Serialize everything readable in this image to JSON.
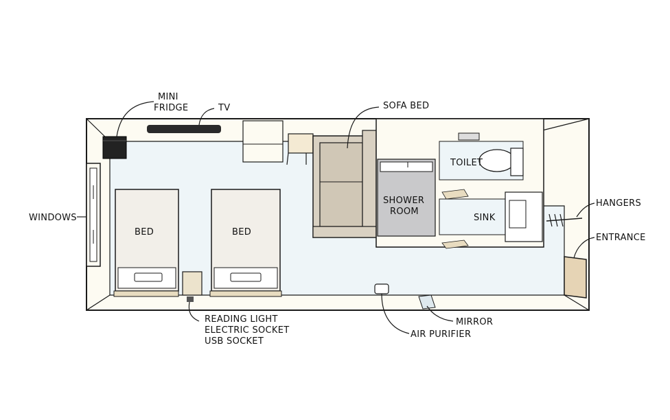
{
  "labels": {
    "mini_fridge": [
      "MINI",
      "FRIDGE"
    ],
    "tv": "TV",
    "sofa_bed": "SOFA BED",
    "windows": "WINDOWS",
    "bed_1": "BED",
    "bed_2": "BED",
    "toilet": "TOILET",
    "shower_room": [
      "SHOWER",
      "ROOM"
    ],
    "sink": "SINK",
    "hangers": "HANGERS",
    "entrance": "ENTRANCE",
    "reading_light": "READING LIGHT",
    "electric_socket": "ELECTRIC SOCKET",
    "usb_socket": "USB SOCKET",
    "mirror": "MIRROR",
    "air_purifier": "AIR PURIFIER"
  },
  "colors": {
    "floor": "#eef5f8",
    "wall": "#fdfbf2",
    "outline": "#1a1a1a",
    "sofa": "#d9d1c2",
    "shower_floor": "#c9c9cb",
    "bed_cover": "#f2efe9",
    "nightstand": "#ece3cc",
    "entrance_door": "#e6d4b5",
    "fridge": "#222222",
    "mat": "#e8dcc0"
  }
}
